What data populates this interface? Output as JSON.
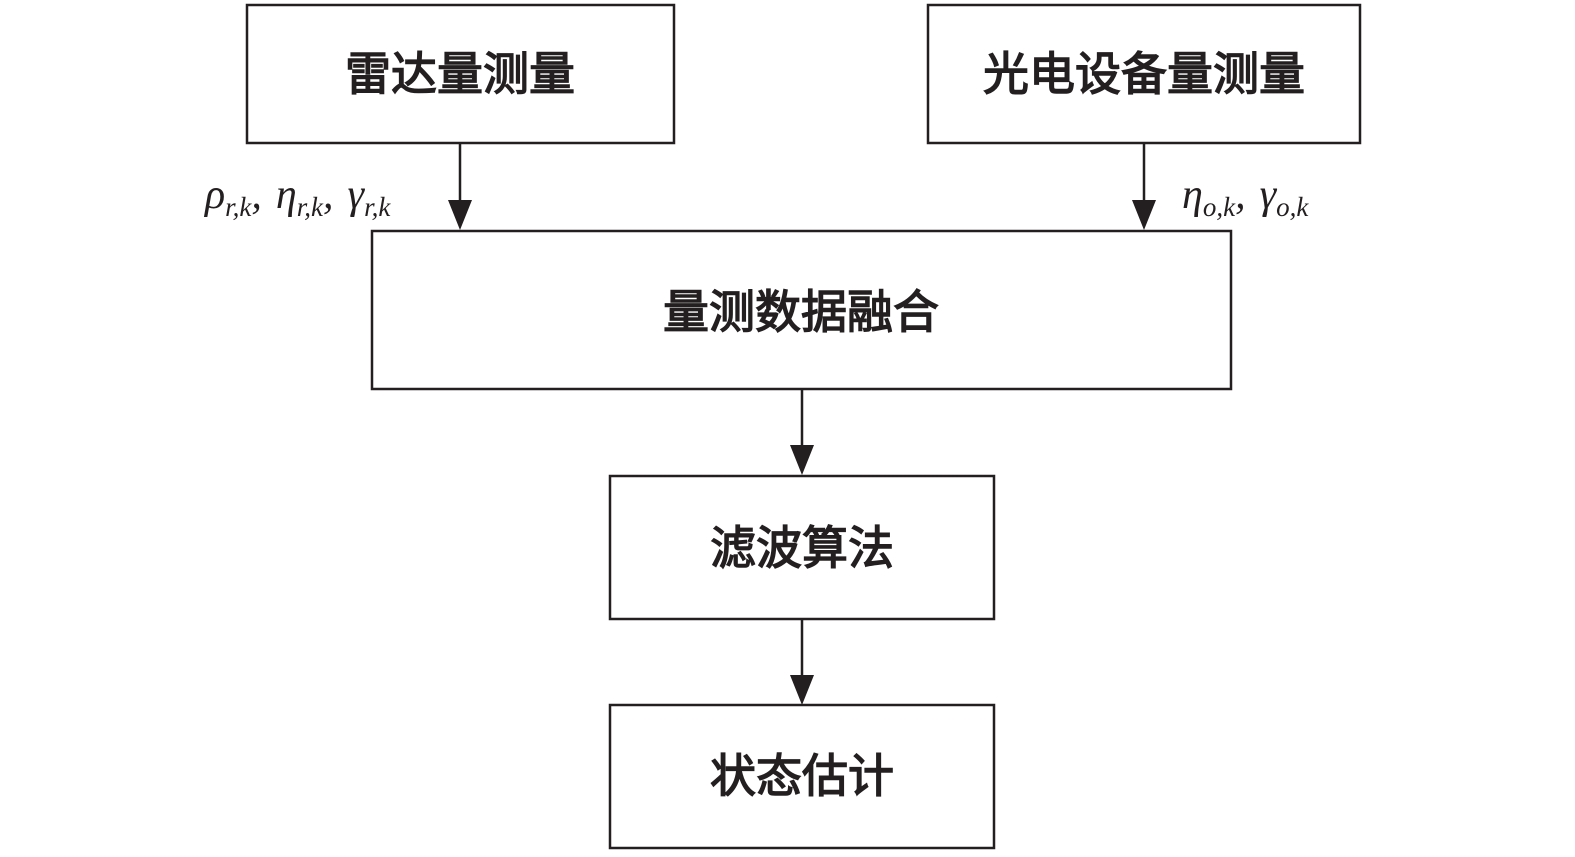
{
  "boxes": {
    "radar": "雷达量测量",
    "optical": "光电设备量测量",
    "fusion": "量测数据融合",
    "filter": "滤波算法",
    "state": "状态估计"
  },
  "edge_labels": {
    "radar_to_fusion": [
      {
        "symbol": "ρ",
        "sub": "r,k"
      },
      {
        "symbol": "η",
        "sub": "r,k"
      },
      {
        "symbol": "γ",
        "sub": "r,k"
      }
    ],
    "optical_to_fusion": [
      {
        "symbol": "η",
        "sub": "o,k"
      },
      {
        "symbol": "γ",
        "sub": "o,k"
      }
    ]
  },
  "separator": ","
}
